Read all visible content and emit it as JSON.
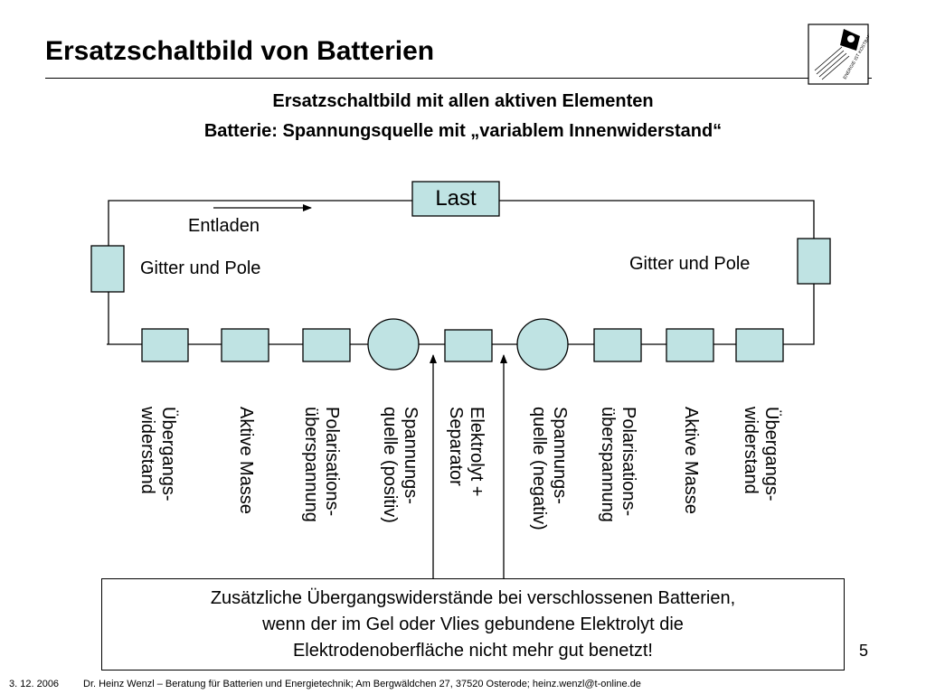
{
  "header": {
    "title": "Ersatzschaltbild von Batterien",
    "subtitle_1": "Ersatzschaltbild mit allen aktiven Elementen",
    "subtitle_2": "Batterie: Spannungsquelle mit „variablem Innenwiderstand“"
  },
  "logo": {
    "text": "ENERGIE IST KOSTBAR"
  },
  "diagram": {
    "load_label": "Last",
    "direction_label": "Entladen",
    "left_grid_label": "Gitter und Pole",
    "right_grid_label": "Gitter und Pole",
    "components": [
      {
        "line1": "Übergangs-",
        "line2": "widerstand"
      },
      {
        "line1": "Aktive Masse",
        "line2": ""
      },
      {
        "line1": "Polarisations-",
        "line2": "überspannung"
      },
      {
        "line1": "Spannungs-",
        "line2": "quelle (positiv)"
      },
      {
        "line1": "Elektrolyt +",
        "line2": "Separator"
      },
      {
        "line1": "Spannungs-",
        "line2": "quelle (negativ)"
      },
      {
        "line1": "Polarisations-",
        "line2": "überspannung"
      },
      {
        "line1": "Aktive Masse",
        "line2": ""
      },
      {
        "line1": "Übergangs-",
        "line2": "widerstand"
      }
    ],
    "colors": {
      "element_fill": "#bfe3e3",
      "line": "#000000"
    }
  },
  "note": {
    "line1": "Zusätzliche Übergangswiderstände bei verschlossenen Batterien,",
    "line2": "wenn der im Gel oder Vlies gebundene Elektrolyt die",
    "line3": "Elektrodenoberfläche nicht mehr gut benetzt!"
  },
  "footer": {
    "page_number": "5",
    "date": "3. 12. 2006",
    "author_line": "Dr. Heinz Wenzl – Beratung für Batterien und Energietechnik; Am Bergwäldchen 27, 37520 Osterode; heinz.wenzl@t-online.de"
  }
}
